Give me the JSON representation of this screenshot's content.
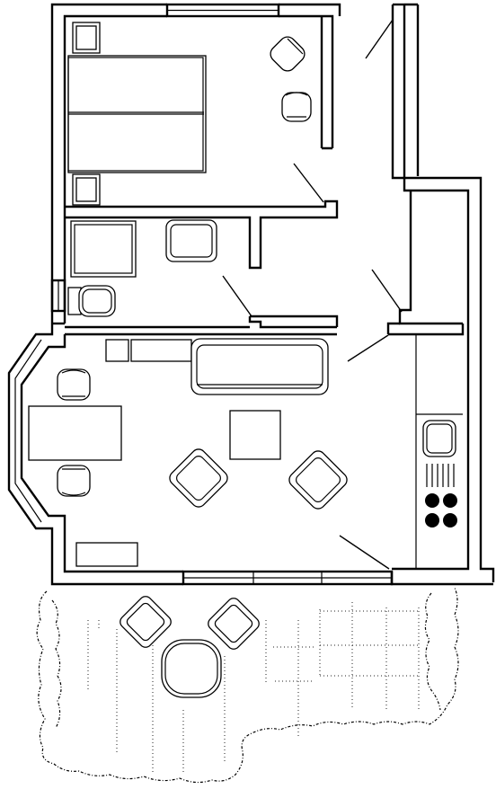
{
  "plan": {
    "kind": "apartment-floor-plan",
    "labels": [],
    "rooms": [
      "bedroom",
      "bathroom",
      "hallway",
      "living-room",
      "kitchen",
      "terrace"
    ],
    "icons": [
      "double-bed",
      "nightstand",
      "armchair",
      "bathtub",
      "washbasin",
      "toilet",
      "sofa",
      "desk",
      "coffee-table",
      "cooktop",
      "sink",
      "round-table",
      "hedge",
      "paving"
    ],
    "colors": {
      "ink": "#000000",
      "paper": "#ffffff"
    },
    "cooktop_burners": 4
  }
}
